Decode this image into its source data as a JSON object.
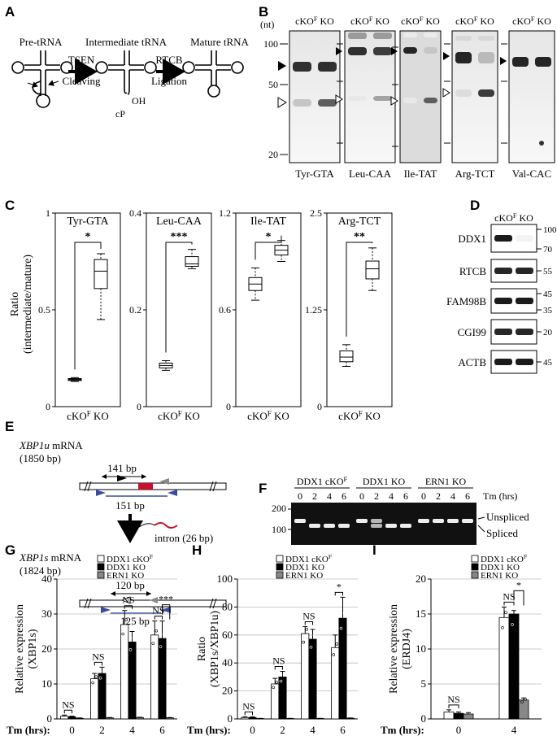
{
  "figure": {
    "panel_labels": [
      "A",
      "B",
      "C",
      "D",
      "E",
      "F",
      "G",
      "H",
      "I"
    ]
  },
  "panel_a": {
    "stages": [
      "Pre-tRNA",
      "Intermediate tRNA",
      "Mature tRNA"
    ],
    "enzyme1": "TSEN",
    "step1": "Cleaving",
    "enzyme2": "RTCB",
    "step2": "Ligation",
    "oh": "OH",
    "cp": "cP"
  },
  "panel_b": {
    "unit": "(nt)",
    "markers": [
      "100",
      "50",
      "20"
    ],
    "lane_header_a": "cKO",
    "lane_header_sup": "F",
    "lane_header_b": "KO",
    "blots": [
      "Tyr-GTA",
      "Leu-CAA",
      "Ile-TAT",
      "Arg-TCT",
      "Val-CAC"
    ]
  },
  "panel_c": {
    "ylabel_line1": "Ratio",
    "ylabel_line2": "(intermediate/mature)",
    "xlabel_a": "cKO",
    "xlabel_sup": "F",
    "xlabel_b": "KO",
    "plots": [
      {
        "title": "Tyr-GTA",
        "sig": "*",
        "ylim": [
          0,
          1
        ],
        "ticks": [
          "0",
          "0.5",
          "1"
        ],
        "tick_values": [
          0,
          0.5,
          1
        ],
        "boxes": [
          {
            "min": 0.13,
            "q1": 0.135,
            "med": 0.14,
            "q3": 0.145,
            "max": 0.15
          },
          {
            "min": 0.45,
            "q1": 0.61,
            "med": 0.7,
            "q3": 0.76,
            "max": 0.79
          }
        ]
      },
      {
        "title": "Leu-CAA",
        "sig": "***",
        "ylim": [
          0,
          0.4
        ],
        "ticks": [
          "0",
          "0.2",
          "0.4"
        ],
        "tick_values": [
          0,
          0.2,
          0.4
        ],
        "boxes": [
          {
            "min": 0.075,
            "q1": 0.08,
            "med": 0.085,
            "q3": 0.09,
            "max": 0.095
          },
          {
            "min": 0.285,
            "q1": 0.29,
            "med": 0.295,
            "q3": 0.31,
            "max": 0.325
          }
        ]
      },
      {
        "title": "Ile-TAT",
        "sig": "*",
        "ylim": [
          0,
          1.2
        ],
        "ticks": [
          "0",
          "0.6",
          "1.2"
        ],
        "tick_values": [
          0,
          0.6,
          1.2
        ],
        "boxes": [
          {
            "min": 0.66,
            "q1": 0.72,
            "med": 0.76,
            "q3": 0.8,
            "max": 0.86
          },
          {
            "min": 0.9,
            "q1": 0.94,
            "med": 0.97,
            "q3": 1.0,
            "max": 1.03
          }
        ]
      },
      {
        "title": "Arg-TCT",
        "sig": "**",
        "ylim": [
          0,
          2.5
        ],
        "ticks": [
          "0",
          "1.25",
          "2.5"
        ],
        "tick_values": [
          0,
          1.25,
          2.5
        ],
        "boxes": [
          {
            "min": 0.52,
            "q1": 0.58,
            "med": 0.64,
            "q3": 0.72,
            "max": 0.8
          },
          {
            "min": 1.5,
            "q1": 1.65,
            "med": 1.78,
            "q3": 1.88,
            "max": 2.05
          }
        ]
      }
    ]
  },
  "panel_d": {
    "header_a": "cKO",
    "header_sup": "F",
    "header_b": "KO",
    "rows": [
      {
        "name": "DDX1",
        "markers": [
          "100",
          "70"
        ]
      },
      {
        "name": "RTCB",
        "markers": [
          "55"
        ]
      },
      {
        "name": "FAM98B",
        "markers": [
          "45",
          "35"
        ]
      },
      {
        "name": "CGI99",
        "markers": [
          "20"
        ]
      },
      {
        "name": "ACTB",
        "markers": [
          "45"
        ]
      }
    ]
  },
  "panel_e": {
    "xbp1u_gene": "XBP1u",
    "xbp1u_rest": " mRNA",
    "xbp1u_len": "(1850 bp)",
    "bp141": "141 bp",
    "bp151": "151 bp",
    "intron": "intron (26 bp)",
    "xbp1s_gene": "XBP1s",
    "xbp1s_rest": " mRNA",
    "xbp1s_len": "(1824 bp)",
    "bp120": "120 bp",
    "bp125": "125 bp"
  },
  "panel_f": {
    "groups": [
      "DDX1 cKO",
      "DDX1 KO",
      "ERN1 KO"
    ],
    "group1_sup": "F",
    "timepoints": [
      "0",
      "2",
      "4",
      "6"
    ],
    "tm_label": "Tm (hrs)",
    "markers": [
      "200",
      "100"
    ],
    "bands": [
      "Unspliced",
      "Spliced"
    ]
  },
  "legend": {
    "items": [
      {
        "label": "DDX1 cKO",
        "sup": "F",
        "color": "#ffffff"
      },
      {
        "label": "DDX1 KO",
        "sup": "",
        "color": "#000000"
      },
      {
        "label": "ERN1 KO",
        "sup": "",
        "color": "#888888"
      }
    ]
  },
  "colors": {
    "wt": "#ffffff",
    "ko": "#000000",
    "ern1": "#888888"
  },
  "chart_data": [
    {
      "type": "bar",
      "panel": "G",
      "ylabel_line1": "Relative expression",
      "ylabel_line2": "(XBP1s)",
      "xlabel": "Tm (hrs):",
      "categories": [
        "0",
        "2",
        "4",
        "6"
      ],
      "ylim": [
        0,
        40
      ],
      "yticks": [
        "0",
        "10",
        "20",
        "30",
        "40"
      ],
      "ytick_values": [
        0,
        10,
        20,
        30,
        40
      ],
      "series": [
        {
          "name": "DDX1 cKO",
          "sup": "F",
          "values": [
            0.8,
            11.5,
            27,
            24
          ],
          "errors": [
            0.3,
            1.5,
            4,
            4
          ]
        },
        {
          "name": "DDX1 KO",
          "sup": "",
          "values": [
            0.6,
            13,
            22,
            23
          ],
          "errors": [
            0.2,
            1.8,
            3,
            5
          ]
        },
        {
          "name": "ERN1 KO",
          "sup": "",
          "values": [
            0.2,
            0.3,
            0.4,
            0.3
          ],
          "errors": [
            0.1,
            0.1,
            0.1,
            0.1
          ]
        }
      ],
      "annotations": [
        "NS",
        "NS",
        "NS",
        "NS",
        "***"
      ]
    },
    {
      "type": "bar",
      "panel": "H",
      "ylabel_line1": "Ratio",
      "ylabel_line2": "(XBP1s/XBP1u)",
      "xlabel": "Tm (hrs):",
      "categories": [
        "0",
        "2",
        "4",
        "6"
      ],
      "ylim": [
        0,
        100
      ],
      "yticks": [
        "0",
        "20",
        "40",
        "60",
        "80",
        "100"
      ],
      "ytick_values": [
        0,
        20,
        40,
        60,
        80,
        100
      ],
      "series": [
        {
          "name": "DDX1 cKO",
          "sup": "F",
          "values": [
            1,
            25,
            61,
            51
          ],
          "errors": [
            0.5,
            4,
            5,
            9
          ]
        },
        {
          "name": "DDX1 KO",
          "sup": "",
          "values": [
            1,
            30,
            57,
            72
          ],
          "errors": [
            0.5,
            4,
            7,
            15
          ]
        },
        {
          "name": "ERN1 KO",
          "sup": "",
          "values": [
            0.3,
            0.3,
            0.3,
            0.5
          ],
          "errors": [
            0.1,
            0.1,
            0.1,
            0.2
          ]
        }
      ],
      "annotations": [
        "NS",
        "NS",
        "NS",
        "*"
      ]
    },
    {
      "type": "bar",
      "panel": "I",
      "ylabel_line1": "Relative expression",
      "ylabel_line2": "(ERDJ4)",
      "xlabel": "Tm (hrs):",
      "categories": [
        "0",
        "4"
      ],
      "ylim": [
        0,
        20
      ],
      "yticks": [
        "0",
        "5",
        "10",
        "15",
        "20"
      ],
      "ytick_values": [
        0,
        5,
        10,
        15,
        20
      ],
      "series": [
        {
          "name": "DDX1 cKO",
          "sup": "F",
          "values": [
            1,
            14.5
          ],
          "errors": [
            0.3,
            1.5
          ]
        },
        {
          "name": "DDX1 KO",
          "sup": "",
          "values": [
            0.8,
            15
          ],
          "errors": [
            0.2,
            0.5
          ]
        },
        {
          "name": "ERN1 KO",
          "sup": "",
          "values": [
            0.7,
            2.7
          ],
          "errors": [
            0.2,
            0.3
          ]
        }
      ],
      "annotations": [
        "NS",
        "NS",
        "*"
      ]
    }
  ]
}
